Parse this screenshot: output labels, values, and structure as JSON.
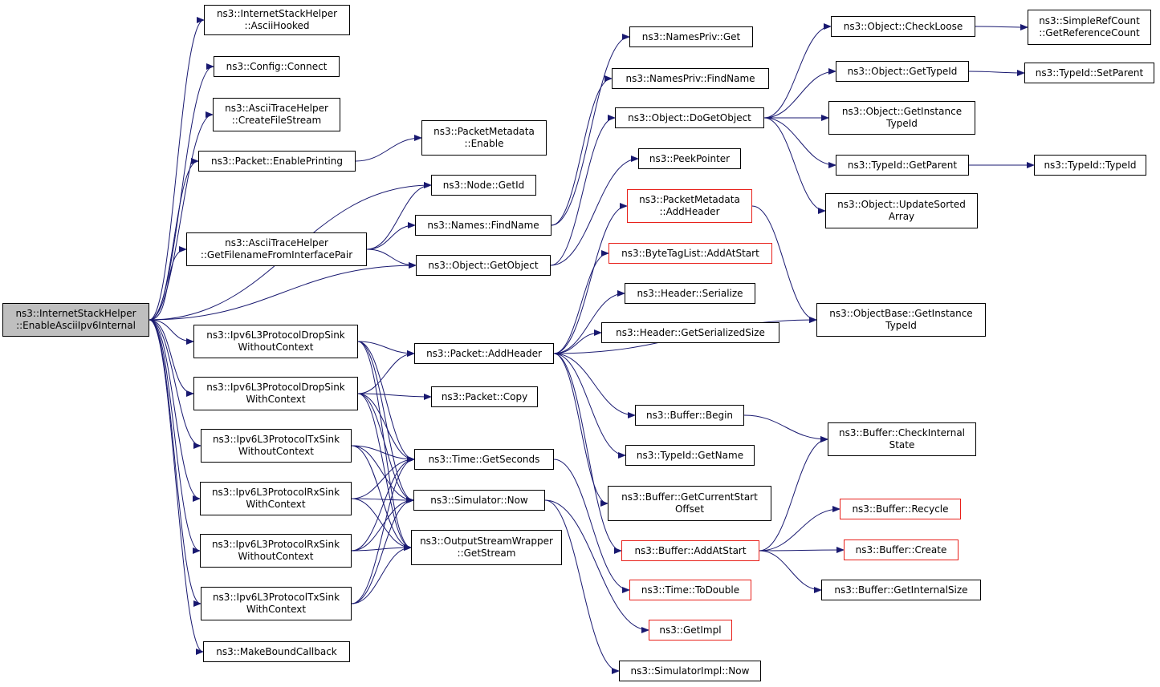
{
  "colors": {
    "edge": "#191970",
    "border": "#000000",
    "border_incomplete": "#e8201a",
    "root_fill": "#bfbfbf",
    "fill": "#ffffff"
  },
  "nodes": [
    {
      "id": "root",
      "lines": [
        "ns3::InternetStackHelper",
        "::EnableAsciiIpv6Internal"
      ],
      "root": true
    },
    {
      "id": "ish_asciihooked",
      "lines": [
        "ns3::InternetStackHelper",
        "::AsciiHooked"
      ]
    },
    {
      "id": "config_connect",
      "lines": [
        "ns3::Config::Connect"
      ]
    },
    {
      "id": "ath_createfilestream",
      "lines": [
        "ns3::AsciiTraceHelper",
        "::CreateFileStream"
      ]
    },
    {
      "id": "packet_enableprinting",
      "lines": [
        "ns3::Packet::EnablePrinting"
      ]
    },
    {
      "id": "ath_getfilename",
      "lines": [
        "ns3::AsciiTraceHelper",
        "::GetFilenameFromInterfacePair"
      ]
    },
    {
      "id": "drop_without",
      "lines": [
        "ns3::Ipv6L3ProtocolDropSink",
        "WithoutContext"
      ]
    },
    {
      "id": "drop_with",
      "lines": [
        "ns3::Ipv6L3ProtocolDropSink",
        "WithContext"
      ]
    },
    {
      "id": "tx_without",
      "lines": [
        "ns3::Ipv6L3ProtocolTxSink",
        "WithoutContext"
      ]
    },
    {
      "id": "rx_with",
      "lines": [
        "ns3::Ipv6L3ProtocolRxSink",
        "WithContext"
      ]
    },
    {
      "id": "rx_without",
      "lines": [
        "ns3::Ipv6L3ProtocolRxSink",
        "WithoutContext"
      ]
    },
    {
      "id": "tx_with",
      "lines": [
        "ns3::Ipv6L3ProtocolTxSink",
        "WithContext"
      ]
    },
    {
      "id": "makeboundcallback",
      "lines": [
        "ns3::MakeBoundCallback"
      ]
    },
    {
      "id": "pm_enable",
      "lines": [
        "ns3::PacketMetadata",
        "::Enable"
      ]
    },
    {
      "id": "node_getid",
      "lines": [
        "ns3::Node::GetId"
      ]
    },
    {
      "id": "names_findname",
      "lines": [
        "ns3::Names::FindName"
      ]
    },
    {
      "id": "object_getobject",
      "lines": [
        "ns3::Object::GetObject"
      ]
    },
    {
      "id": "packet_addheader",
      "lines": [
        "ns3::Packet::AddHeader"
      ]
    },
    {
      "id": "packet_copy",
      "lines": [
        "ns3::Packet::Copy"
      ]
    },
    {
      "id": "time_getseconds",
      "lines": [
        "ns3::Time::GetSeconds"
      ]
    },
    {
      "id": "simulator_now",
      "lines": [
        "ns3::Simulator::Now"
      ]
    },
    {
      "id": "osw_getstream",
      "lines": [
        "ns3::OutputStreamWrapper",
        "::GetStream"
      ]
    },
    {
      "id": "namespriv_get",
      "lines": [
        "ns3::NamesPriv::Get"
      ]
    },
    {
      "id": "namespriv_findname",
      "lines": [
        "ns3::NamesPriv::FindName"
      ]
    },
    {
      "id": "object_dogetobject",
      "lines": [
        "ns3::Object::DoGetObject"
      ]
    },
    {
      "id": "peekpointer",
      "lines": [
        "ns3::PeekPointer"
      ]
    },
    {
      "id": "pm_addheader",
      "lines": [
        "ns3::PacketMetadata",
        "::AddHeader"
      ],
      "red": true
    },
    {
      "id": "btl_addatstart",
      "lines": [
        "ns3::ByteTagList::AddAtStart"
      ],
      "red": true
    },
    {
      "id": "header_serialize",
      "lines": [
        "ns3::Header::Serialize"
      ]
    },
    {
      "id": "header_getserializedsize",
      "lines": [
        "ns3::Header::GetSerializedSize"
      ]
    },
    {
      "id": "buffer_begin",
      "lines": [
        "ns3::Buffer::Begin"
      ]
    },
    {
      "id": "typeid_getname",
      "lines": [
        "ns3::TypeId::GetName"
      ]
    },
    {
      "id": "buffer_getcurrentstart",
      "lines": [
        "ns3::Buffer::GetCurrentStart",
        "Offset"
      ]
    },
    {
      "id": "buffer_addatstart",
      "lines": [
        "ns3::Buffer::AddAtStart"
      ],
      "red": true
    },
    {
      "id": "time_todouble",
      "lines": [
        "ns3::Time::ToDouble"
      ],
      "red": true
    },
    {
      "id": "getimpl",
      "lines": [
        "ns3::GetImpl"
      ],
      "red": true
    },
    {
      "id": "simimpl_now",
      "lines": [
        "ns3::SimulatorImpl::Now"
      ]
    },
    {
      "id": "object_checkloose",
      "lines": [
        "ns3::Object::CheckLoose"
      ]
    },
    {
      "id": "object_gettypeid",
      "lines": [
        "ns3::Object::GetTypeId"
      ]
    },
    {
      "id": "object_getinstancetypeid",
      "lines": [
        "ns3::Object::GetInstance",
        "TypeId"
      ]
    },
    {
      "id": "typeid_getparent",
      "lines": [
        "ns3::TypeId::GetParent"
      ]
    },
    {
      "id": "object_updatesortedarray",
      "lines": [
        "ns3::Object::UpdateSorted",
        "Array"
      ]
    },
    {
      "id": "objectbase_getinstancetypeid",
      "lines": [
        "ns3::ObjectBase::GetInstance",
        "TypeId"
      ]
    },
    {
      "id": "buffer_checkinternalstate",
      "lines": [
        "ns3::Buffer::CheckInternal",
        "State"
      ]
    },
    {
      "id": "buffer_recycle",
      "lines": [
        "ns3::Buffer::Recycle"
      ],
      "red": true
    },
    {
      "id": "buffer_create",
      "lines": [
        "ns3::Buffer::Create"
      ],
      "red": true
    },
    {
      "id": "buffer_getinternalsize",
      "lines": [
        "ns3::Buffer::GetInternalSize"
      ]
    },
    {
      "id": "src_getreferencecount",
      "lines": [
        "ns3::SimpleRefCount",
        "::GetReferenceCount"
      ]
    },
    {
      "id": "typeid_setparent",
      "lines": [
        "ns3::TypeId::SetParent"
      ]
    },
    {
      "id": "typeid_typeid",
      "lines": [
        "ns3::TypeId::TypeId"
      ]
    }
  ],
  "edges": [
    [
      "root",
      "ish_asciihooked"
    ],
    [
      "root",
      "config_connect"
    ],
    [
      "root",
      "ath_createfilestream"
    ],
    [
      "root",
      "packet_enableprinting"
    ],
    [
      "root",
      "node_getid"
    ],
    [
      "root",
      "ath_getfilename"
    ],
    [
      "root",
      "object_getobject"
    ],
    [
      "root",
      "drop_without"
    ],
    [
      "root",
      "drop_with"
    ],
    [
      "root",
      "tx_without"
    ],
    [
      "root",
      "rx_with"
    ],
    [
      "root",
      "rx_without"
    ],
    [
      "root",
      "tx_with"
    ],
    [
      "root",
      "makeboundcallback"
    ],
    [
      "packet_enableprinting",
      "pm_enable"
    ],
    [
      "ath_getfilename",
      "node_getid"
    ],
    [
      "ath_getfilename",
      "names_findname"
    ],
    [
      "ath_getfilename",
      "object_getobject"
    ],
    [
      "names_findname",
      "namespriv_get"
    ],
    [
      "names_findname",
      "namespriv_findname"
    ],
    [
      "object_getobject",
      "object_dogetobject"
    ],
    [
      "object_getobject",
      "peekpointer"
    ],
    [
      "object_dogetobject",
      "object_checkloose"
    ],
    [
      "object_dogetobject",
      "object_gettypeid"
    ],
    [
      "object_dogetobject",
      "object_getinstancetypeid"
    ],
    [
      "object_dogetobject",
      "typeid_getparent"
    ],
    [
      "object_dogetobject",
      "object_updatesortedarray"
    ],
    [
      "object_checkloose",
      "src_getreferencecount"
    ],
    [
      "object_gettypeid",
      "typeid_setparent"
    ],
    [
      "typeid_getparent",
      "typeid_typeid"
    ],
    [
      "drop_without",
      "packet_addheader"
    ],
    [
      "drop_without",
      "time_getseconds"
    ],
    [
      "drop_without",
      "simulator_now"
    ],
    [
      "drop_without",
      "osw_getstream"
    ],
    [
      "drop_with",
      "packet_addheader"
    ],
    [
      "drop_with",
      "packet_copy"
    ],
    [
      "drop_with",
      "time_getseconds"
    ],
    [
      "drop_with",
      "simulator_now"
    ],
    [
      "drop_with",
      "osw_getstream"
    ],
    [
      "tx_without",
      "time_getseconds"
    ],
    [
      "tx_without",
      "simulator_now"
    ],
    [
      "tx_without",
      "osw_getstream"
    ],
    [
      "rx_with",
      "time_getseconds"
    ],
    [
      "rx_with",
      "simulator_now"
    ],
    [
      "rx_with",
      "osw_getstream"
    ],
    [
      "rx_without",
      "time_getseconds"
    ],
    [
      "rx_without",
      "simulator_now"
    ],
    [
      "rx_without",
      "osw_getstream"
    ],
    [
      "tx_with",
      "time_getseconds"
    ],
    [
      "tx_with",
      "simulator_now"
    ],
    [
      "tx_with",
      "osw_getstream"
    ],
    [
      "packet_addheader",
      "pm_addheader"
    ],
    [
      "packet_addheader",
      "btl_addatstart"
    ],
    [
      "packet_addheader",
      "header_serialize"
    ],
    [
      "packet_addheader",
      "header_getserializedsize"
    ],
    [
      "packet_addheader",
      "objectbase_getinstancetypeid"
    ],
    [
      "packet_addheader",
      "buffer_begin"
    ],
    [
      "packet_addheader",
      "typeid_getname"
    ],
    [
      "packet_addheader",
      "buffer_getcurrentstart"
    ],
    [
      "packet_addheader",
      "buffer_addatstart"
    ],
    [
      "pm_addheader",
      "objectbase_getinstancetypeid"
    ],
    [
      "buffer_begin",
      "buffer_checkinternalstate"
    ],
    [
      "buffer_addatstart",
      "buffer_checkinternalstate"
    ],
    [
      "buffer_addatstart",
      "buffer_recycle"
    ],
    [
      "buffer_addatstart",
      "buffer_create"
    ],
    [
      "buffer_addatstart",
      "buffer_getinternalsize"
    ],
    [
      "time_getseconds",
      "time_todouble"
    ],
    [
      "simulator_now",
      "getimpl"
    ],
    [
      "simulator_now",
      "simimpl_now"
    ]
  ]
}
